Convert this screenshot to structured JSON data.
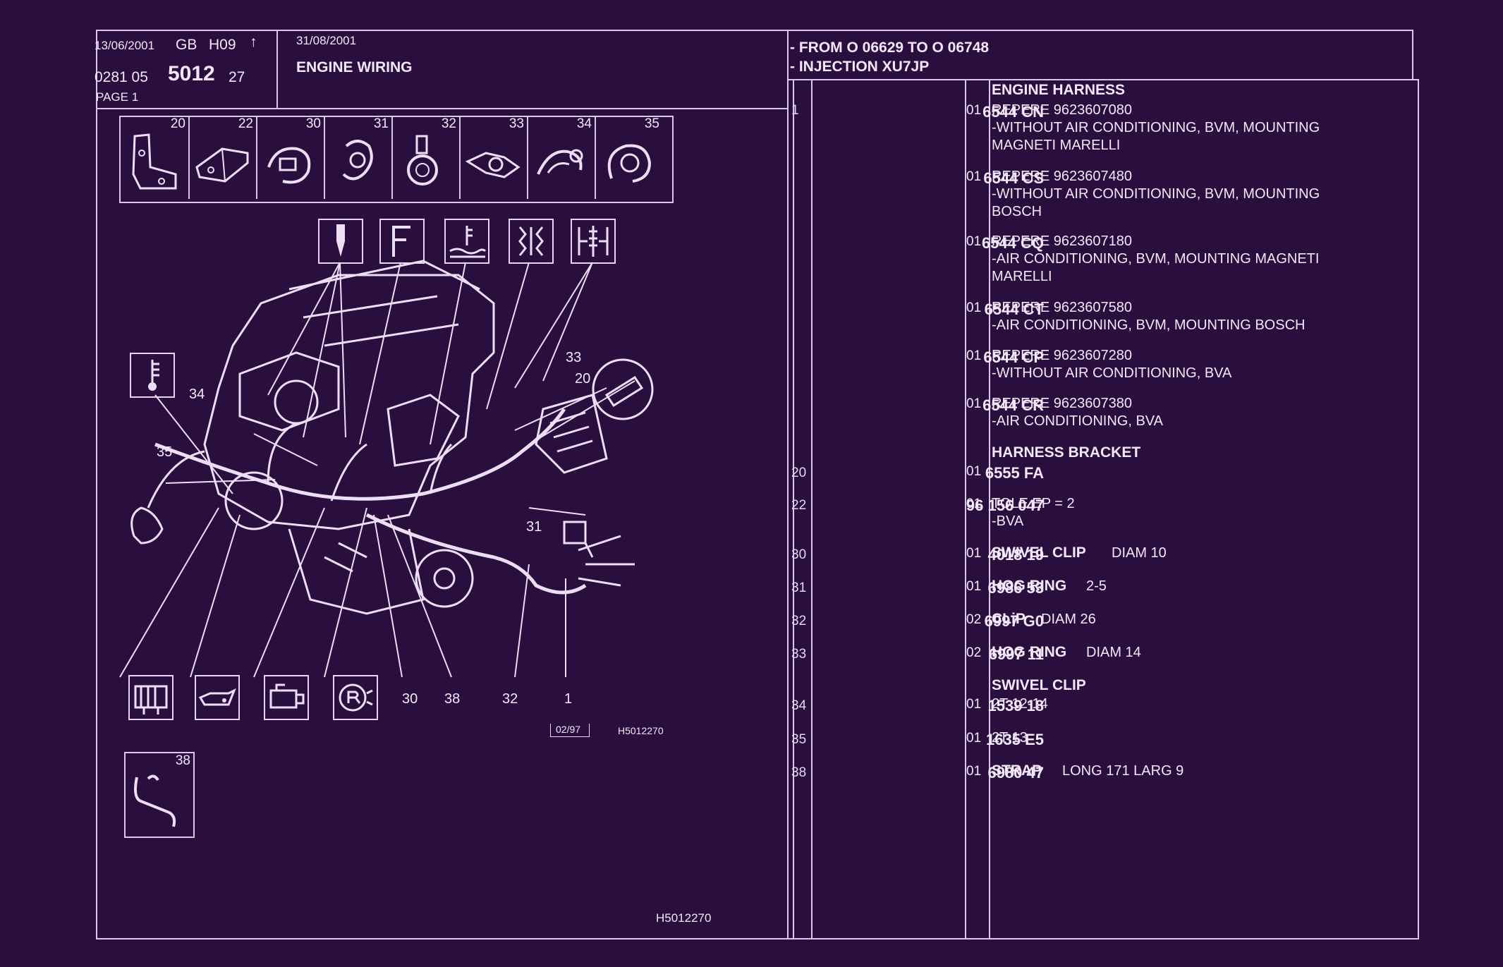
{
  "header": {
    "date_left": "13/06/2001",
    "lang": "GB",
    "code": "H09",
    "arrow": "↑",
    "ref_prefix": "0281 05",
    "ref_main": "5012",
    "ref_suffix": "27",
    "page": "PAGE 1",
    "date_right": "31/08/2001",
    "title": "ENGINE WIRING",
    "range": "- FROM O   06629 TO  O   06748",
    "injection": "- INJECTION XU7JP"
  },
  "thumbnails": [
    "20",
    "22",
    "30",
    "31",
    "32",
    "33",
    "34",
    "35"
  ],
  "callouts": {
    "c33": "33",
    "c20": "20",
    "c34": "34",
    "c35": "35",
    "c31": "31",
    "c30": "30",
    "c38": "38",
    "c32": "32",
    "c1": "1",
    "inset38": "38"
  },
  "diagram": {
    "stamp": "02/97",
    "code_small": "H5012270",
    "code_bottom": "H5012270"
  },
  "parts": [
    {
      "idx": "1",
      "group": "ENGINE HARNESS",
      "ref": "6544 CN",
      "qty": "01",
      "lines": [
        "REPERE  9623607080",
        "-WITHOUT AIR CONDITIONING, BVM, MOUNTING",
        "MAGNETI MARELLI"
      ]
    },
    {
      "idx": "",
      "group": "",
      "ref": "6544 CS",
      "qty": "01",
      "lines": [
        "REPERE  9623607480",
        "-WITHOUT AIR CONDITIONING, BVM, MOUNTING",
        "BOSCH"
      ]
    },
    {
      "idx": "",
      "group": "",
      "ref": "6544 CQ",
      "qty": "01",
      "lines": [
        "REPERE  9623607180",
        "-AIR CONDITIONING, BVM, MOUNTING MAGNETI",
        "MARELLI"
      ]
    },
    {
      "idx": "",
      "group": "",
      "ref": "6544 CT",
      "qty": "01",
      "lines": [
        "REPERE  9623607580",
        "-AIR CONDITIONING, BVM, MOUNTING BOSCH"
      ]
    },
    {
      "idx": "",
      "group": "",
      "ref": "6544 CP",
      "qty": "01",
      "lines": [
        "REPERE  9623607280",
        "-WITHOUT AIR CONDITIONING, BVA"
      ]
    },
    {
      "idx": "",
      "group": "",
      "ref": "6544 CR",
      "qty": "01",
      "lines": [
        "REPERE  9623607380",
        "-AIR CONDITIONING, BVA"
      ]
    },
    {
      "idx": "20",
      "group": "HARNESS BRACKET",
      "ref": "6555 FA",
      "qty": "01",
      "lines": []
    },
    {
      "idx": "22",
      "group": "",
      "ref": "96 156 047",
      "qty": "01",
      "lines": [
        "TOLE EP  =  2",
        "-BVA"
      ]
    },
    {
      "idx": "30",
      "name": "SWIVEL CLIP",
      "spec": "DIAM 10",
      "ref": "4018 19",
      "qty": "01"
    },
    {
      "idx": "31",
      "name": "HOG RING",
      "spec": "2-5",
      "ref": "6986 53",
      "qty": "01"
    },
    {
      "idx": "32",
      "name": "CLiP",
      "spec": "DIAM 26",
      "ref": "6997 G0",
      "qty": "02"
    },
    {
      "idx": "33",
      "name": "HOG RING",
      "spec": "DIAM 14",
      "ref": "6997 11",
      "qty": "02"
    },
    {
      "idx": "34",
      "group": "SWIVEL CLIP",
      "ref": "1539 18",
      "qty": "01",
      "lines": [
        "2T 12-14"
      ]
    },
    {
      "idx": "35",
      "group": "",
      "ref": "1635 E5",
      "qty": "01",
      "lines": [
        "2T 13"
      ]
    },
    {
      "idx": "38",
      "name": "STRAP",
      "spec": "LONG 171 LARG 9",
      "ref": "6980 47",
      "qty": "01"
    }
  ],
  "colors": {
    "background": "#2a0f3e",
    "ink": "#ecdff5"
  }
}
